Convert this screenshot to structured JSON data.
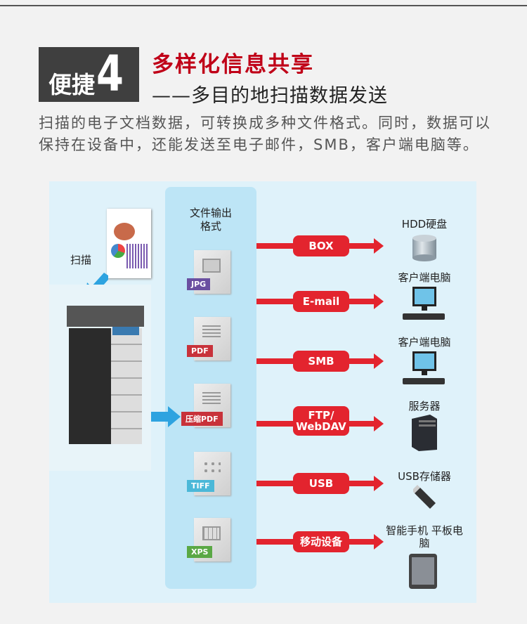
{
  "header": {
    "badge_text": "便捷",
    "badge_number": "4",
    "title": "多样化信息共享",
    "subtitle": "——多目的地扫描数据发送"
  },
  "description": "扫描的电子文档数据，可转换成多种文件格式。同时，数据可以保持在设备中，还能发送至电子邮件，SMB，客户端电脑等。",
  "diagram": {
    "scan_label": "扫描",
    "column_header": "文件输出格式",
    "formats": [
      {
        "label": "JPG",
        "color": "#6a4fa0"
      },
      {
        "label": "PDF",
        "color": "#c8323a"
      },
      {
        "label": "压缩PDF",
        "color": "#c8323a"
      },
      {
        "label": "TIFF",
        "color": "#4bb8d8"
      },
      {
        "label": "XPS",
        "color": "#5aa845"
      }
    ],
    "routes": [
      {
        "method": "BOX",
        "destination": "HDD硬盘"
      },
      {
        "method": "E-mail",
        "destination": "客户端电脑"
      },
      {
        "method": "SMB",
        "destination": "客户端电脑"
      },
      {
        "method": "FTP/ WebDAV",
        "destination": "服务器"
      },
      {
        "method": "USB",
        "destination": "USB存储器"
      },
      {
        "method": "移动设备",
        "destination": "智能手机 平板电脑"
      }
    ]
  }
}
